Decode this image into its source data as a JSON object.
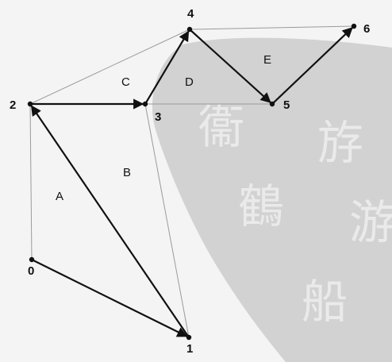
{
  "nodes": [
    {
      "id": "0",
      "label": "0"
    },
    {
      "id": "1",
      "label": "1"
    },
    {
      "id": "2",
      "label": "2"
    },
    {
      "id": "3",
      "label": "3"
    },
    {
      "id": "4",
      "label": "4"
    },
    {
      "id": "5",
      "label": "5"
    },
    {
      "id": "6",
      "label": "6"
    }
  ],
  "regions": [
    {
      "id": "A",
      "label": "A"
    },
    {
      "id": "B",
      "label": "B"
    },
    {
      "id": "C",
      "label": "C"
    },
    {
      "id": "D",
      "label": "D"
    },
    {
      "id": "E",
      "label": "E"
    }
  ],
  "edges": [
    {
      "from": "0",
      "to": "1",
      "style": "bold-arrow"
    },
    {
      "from": "1",
      "to": "2",
      "style": "bold-arrow"
    },
    {
      "from": "2",
      "to": "3",
      "style": "bold-arrow"
    },
    {
      "from": "3",
      "to": "4",
      "style": "bold-arrow"
    },
    {
      "from": "4",
      "to": "5",
      "style": "bold-arrow"
    },
    {
      "from": "5",
      "to": "6",
      "style": "bold-arrow"
    },
    {
      "from": "0",
      "to": "2",
      "style": "thin"
    },
    {
      "from": "3",
      "to": "1",
      "style": "thin"
    },
    {
      "from": "2",
      "to": "4",
      "style": "thin"
    },
    {
      "from": "3",
      "to": "5",
      "style": "thin"
    },
    {
      "from": "4",
      "to": "6",
      "style": "thin"
    }
  ],
  "colors": {
    "background": "#f4f4f4",
    "watermark": "#cfcfcf",
    "bold_edge": "#111111",
    "thin_edge": "#9a9a9a"
  },
  "watermark": {
    "description": "calligraphy seal watermark (decorative)",
    "glyphs": [
      "衞",
      "斿",
      "鶴",
      "船",
      "游"
    ]
  }
}
